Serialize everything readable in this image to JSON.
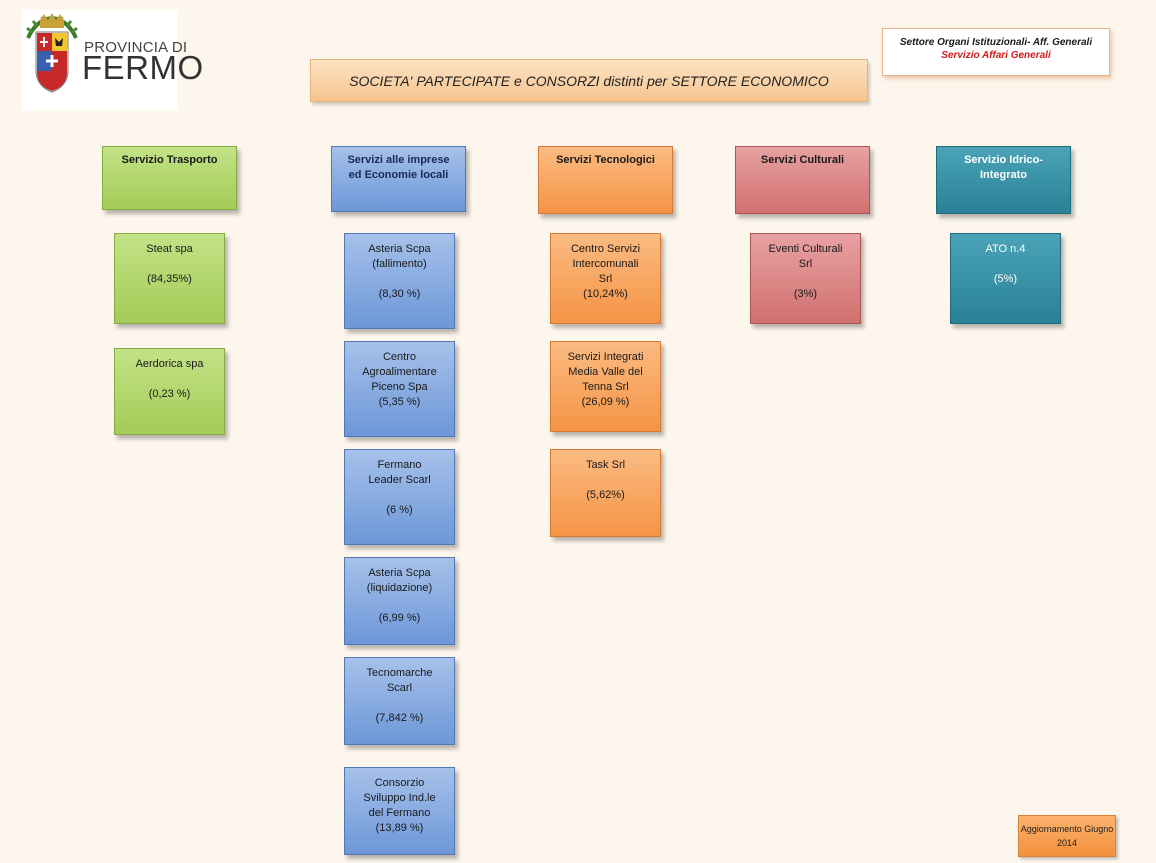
{
  "logo": {
    "line1": "PROVINCIA DI",
    "line2": "FERMO"
  },
  "title": "SOCIETA' PARTECIPATE e CONSORZI distinti per  SETTORE ECONOMICO",
  "department": {
    "line1": "Settore Organi Istituzionali- Aff. Generali",
    "line2": "Servizio Affari Generali"
  },
  "update": {
    "line1": "Aggiornamento Giugno",
    "line2": "2014"
  },
  "colors": {
    "green": "#a3cc57",
    "blue": "#6d97d8",
    "orange": "#f59445",
    "red": "#d17070",
    "teal": "#2a8196",
    "background": "#fdf6ec"
  },
  "sectors": [
    {
      "header": [
        "Servizio Trasporto"
      ],
      "companies": [
        {
          "name": [
            "Steat spa"
          ],
          "share": "(84,35%)"
        },
        {
          "name": [
            "Aerdorica spa"
          ],
          "share": "(0,23 %)"
        }
      ]
    },
    {
      "header": [
        "Servizi alle imprese",
        "ed Economie locali"
      ],
      "companies": [
        {
          "name": [
            "Asteria Scpa",
            "(fallimento)"
          ],
          "share": "(8,30 %)"
        },
        {
          "name": [
            "Centro",
            "Agroalimentare",
            "Piceno Spa"
          ],
          "share": "(5,35 %)"
        },
        {
          "name": [
            "Fermano",
            "Leader  Scarl"
          ],
          "share": "(6 %)"
        },
        {
          "name": [
            "Asteria Scpa",
            "(liquidazione)"
          ],
          "share": "(6,99 %)"
        },
        {
          "name": [
            "Tecnomarche",
            "Scarl"
          ],
          "share": "(7,842 %)"
        },
        {
          "name": [
            "Consorzio",
            "Sviluppo Ind.le",
            "del Fermano"
          ],
          "share": "(13,89 %)"
        }
      ]
    },
    {
      "header": [
        "Servizi Tecnologici"
      ],
      "companies": [
        {
          "name": [
            "Centro Servizi",
            "Intercomunali",
            "Srl"
          ],
          "share": "(10,24%)"
        },
        {
          "name": [
            "Servizi Integrati",
            "Media Valle del",
            "Tenna Srl"
          ],
          "share": "(26,09 %)"
        },
        {
          "name": [
            "Task  Srl"
          ],
          "share": "(5,62%)"
        }
      ]
    },
    {
      "header": [
        "Servizi Culturali"
      ],
      "companies": [
        {
          "name": [
            "Eventi Culturali",
            "Srl"
          ],
          "share": "(3%)"
        }
      ]
    },
    {
      "header": [
        "Servizio Idrico-",
        "Integrato"
      ],
      "companies": [
        {
          "name": [
            "ATO n.4"
          ],
          "share": "(5%)"
        }
      ]
    }
  ]
}
